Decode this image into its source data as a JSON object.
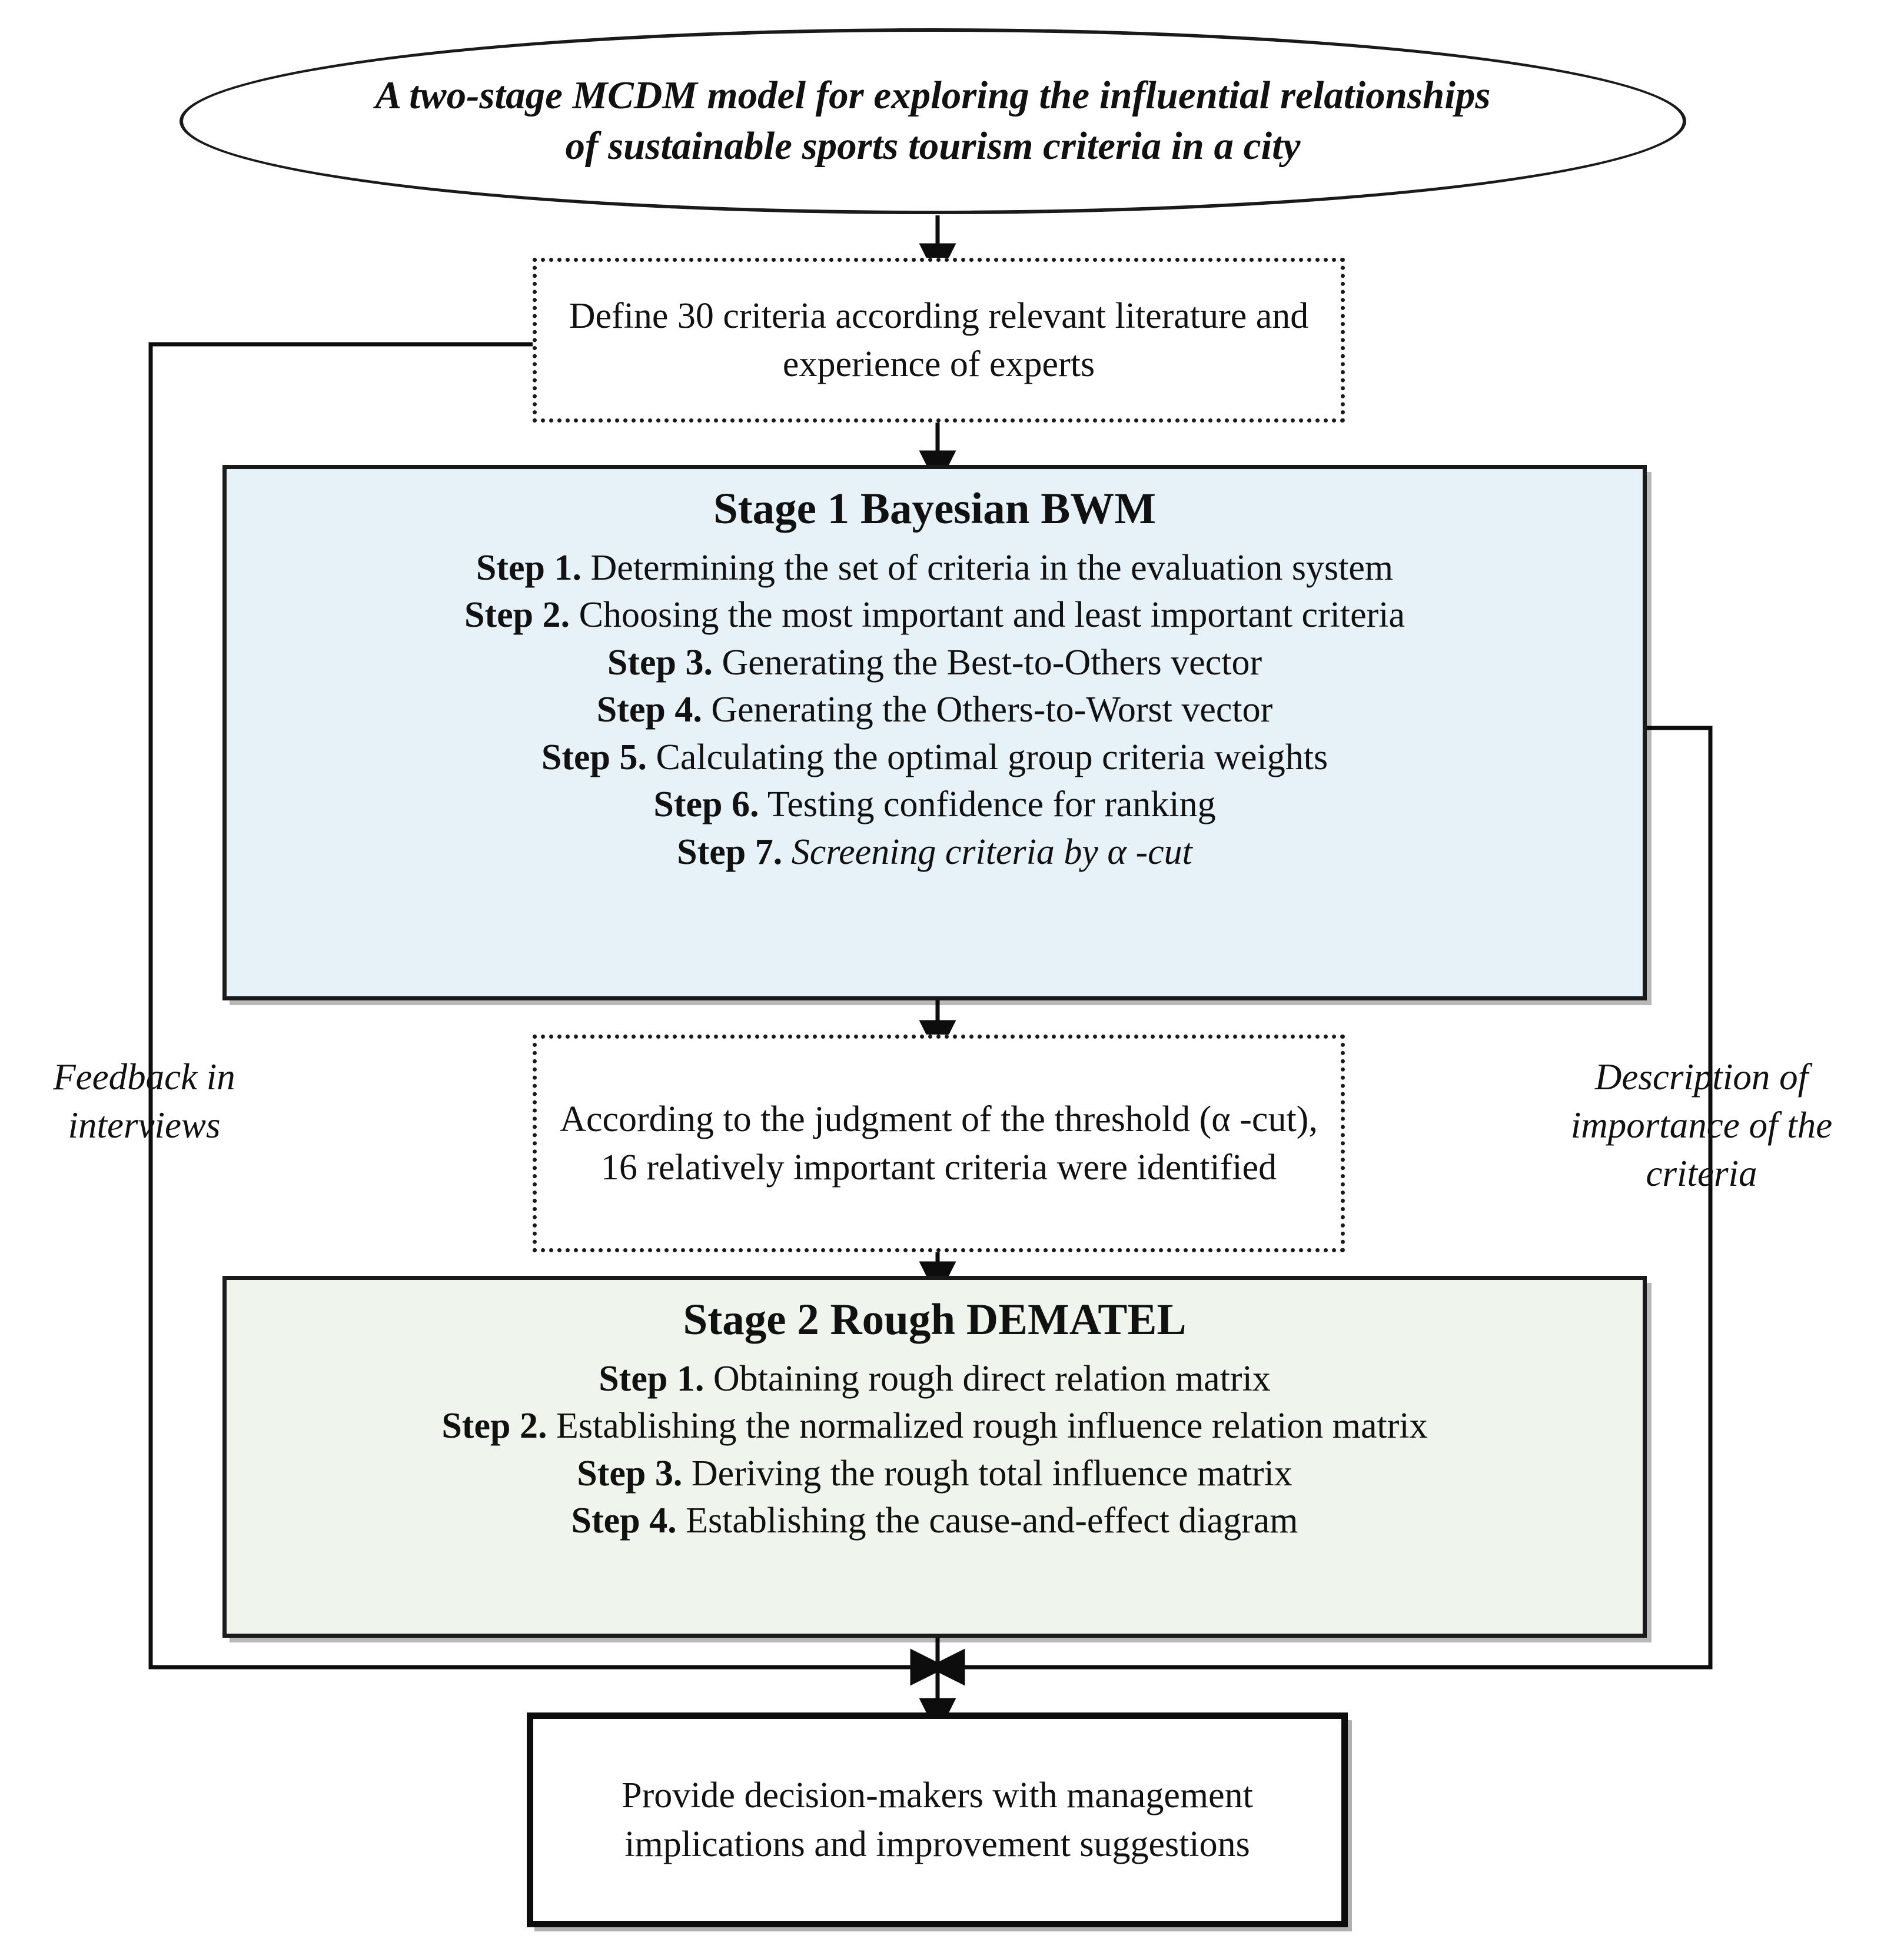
{
  "title_node": {
    "shape": "ellipse",
    "text": "A two-stage MCDM model for exploring the influential relationships of sustainable sports tourism criteria in a city"
  },
  "define_node": {
    "shape": "dotted-rectangle",
    "text": "Define 30 criteria according relevant literature and  experience of experts"
  },
  "stage1": {
    "title": "Stage 1 Bayesian BWM",
    "steps": [
      {
        "label": "Step 1.",
        "text": "Determining the set of criteria in the evaluation system"
      },
      {
        "label": "Step 2.",
        "text": "Choosing the most important and least important criteria"
      },
      {
        "label": "Step 3.",
        "text": "Generating the Best-to-Others  vector"
      },
      {
        "label": "Step 4.",
        "text": "Generating the Others-to-Worst  vector"
      },
      {
        "label": "Step 5.",
        "text": "Calculating the optimal group criteria weights"
      },
      {
        "label": "Step 6.",
        "text": "Testing confidence for ranking"
      },
      {
        "label": "Step 7.",
        "text": "Screening criteria by α -cut"
      }
    ],
    "fill_color": "#e6f2f8"
  },
  "threshold_node": {
    "shape": "dotted-rectangle",
    "text": "According to the judgment of the threshold (α -cut), 16 relatively important criteria were identified"
  },
  "stage2": {
    "title": "Stage 2 Rough DEMATEL",
    "steps": [
      {
        "label": "Step 1.",
        "text": "Obtaining rough direct relation matrix"
      },
      {
        "label": "Step 2.",
        "text": "Establishing the normalized rough influence relation matrix"
      },
      {
        "label": "Step 3.",
        "text": "Deriving the rough total influence matrix"
      },
      {
        "label": "Step 4.",
        "text": "Establishing the cause-and-effect diagram"
      }
    ],
    "fill_color": "#eff4ec"
  },
  "final_node": {
    "shape": "rectangle",
    "text": "Provide decision-makers with management implications and improvement suggestions"
  },
  "annotations": {
    "left_label": "Feedback in interviews",
    "right_label": "Description of importance of the criteria"
  },
  "style": {
    "line_color": "#1a1a1a",
    "background": "#ffffff"
  }
}
